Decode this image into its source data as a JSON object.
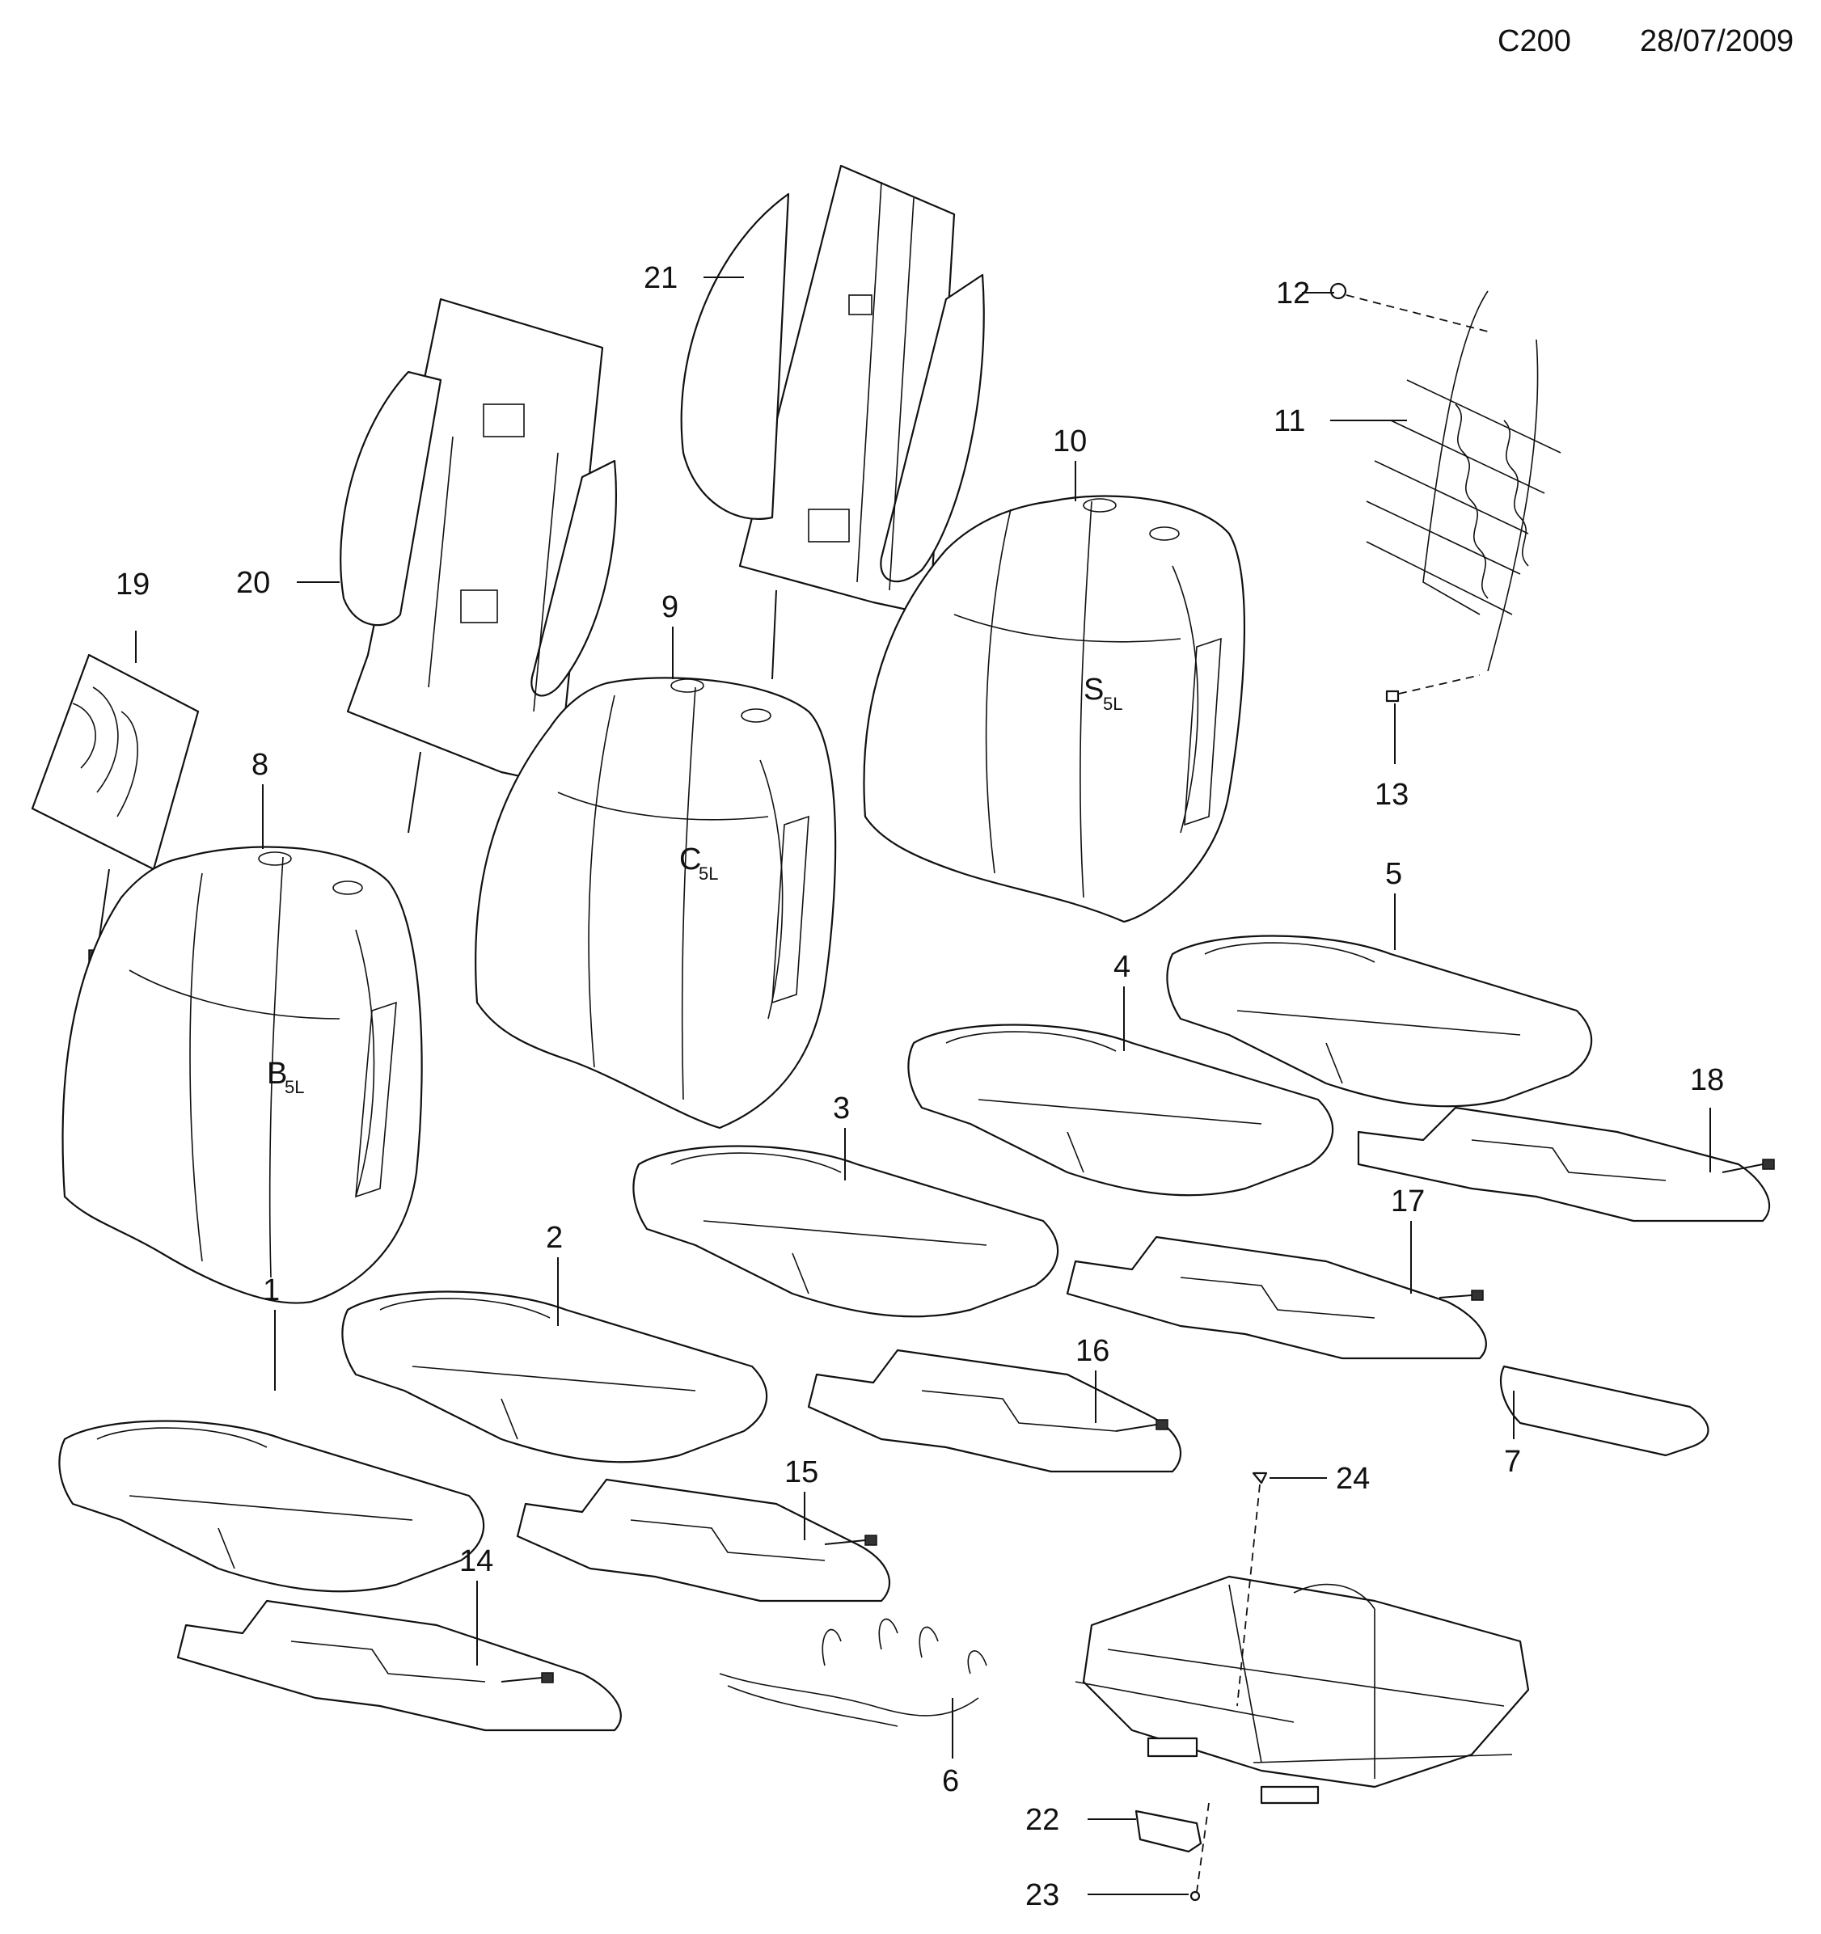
{
  "header": {
    "code": "C200",
    "date": "28/07/2009"
  },
  "callouts": [
    {
      "id": "p1",
      "label": "1"
    },
    {
      "id": "p2",
      "label": "2"
    },
    {
      "id": "p3",
      "label": "3"
    },
    {
      "id": "p4",
      "label": "4"
    },
    {
      "id": "p5",
      "label": "5"
    },
    {
      "id": "p6",
      "label": "6"
    },
    {
      "id": "p7",
      "label": "7"
    },
    {
      "id": "p8",
      "label": "8"
    },
    {
      "id": "p9",
      "label": "9"
    },
    {
      "id": "p10",
      "label": "10"
    },
    {
      "id": "p11",
      "label": "11"
    },
    {
      "id": "p12",
      "label": "12"
    },
    {
      "id": "p13",
      "label": "13"
    },
    {
      "id": "p14",
      "label": "14"
    },
    {
      "id": "p15",
      "label": "15"
    },
    {
      "id": "p16",
      "label": "16"
    },
    {
      "id": "p17",
      "label": "17"
    },
    {
      "id": "p18",
      "label": "18"
    },
    {
      "id": "p19",
      "label": "19"
    },
    {
      "id": "p20",
      "label": "20"
    },
    {
      "id": "p21",
      "label": "21"
    },
    {
      "id": "p22",
      "label": "22"
    },
    {
      "id": "p23",
      "label": "23"
    },
    {
      "id": "p24",
      "label": "24"
    }
  ],
  "cover_markings": {
    "b": "B",
    "b_sub": "5L",
    "c": "C",
    "c_sub": "5L",
    "s": "S",
    "s_sub": "5L"
  }
}
